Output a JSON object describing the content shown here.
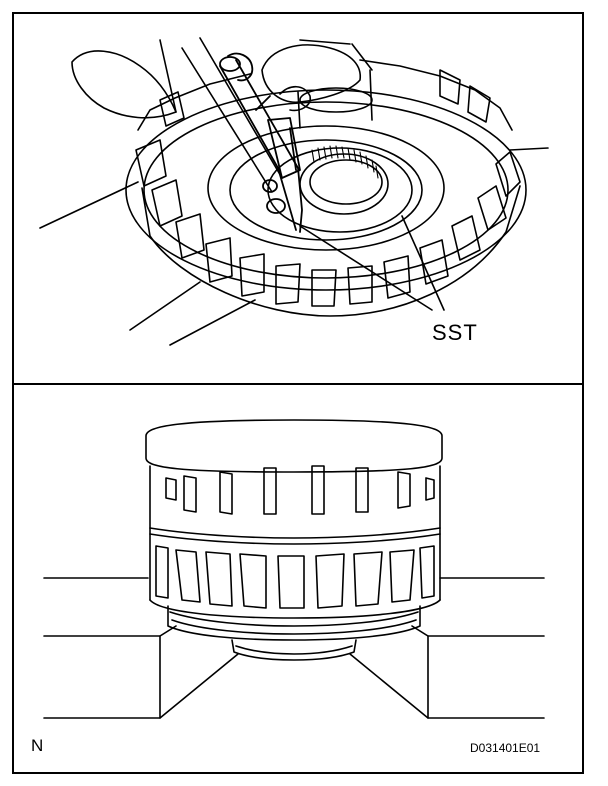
{
  "labels": {
    "tool": "SST",
    "orientation": "N",
    "figure_code": "D031401E01"
  },
  "colors": {
    "ink": "#000000",
    "paper": "#ffffff"
  },
  "panels": [
    {
      "name": "top",
      "subject": "ring-removal-with-SST"
    },
    {
      "name": "bottom",
      "subject": "clutch-drum-assembly-on-blocks"
    }
  ]
}
